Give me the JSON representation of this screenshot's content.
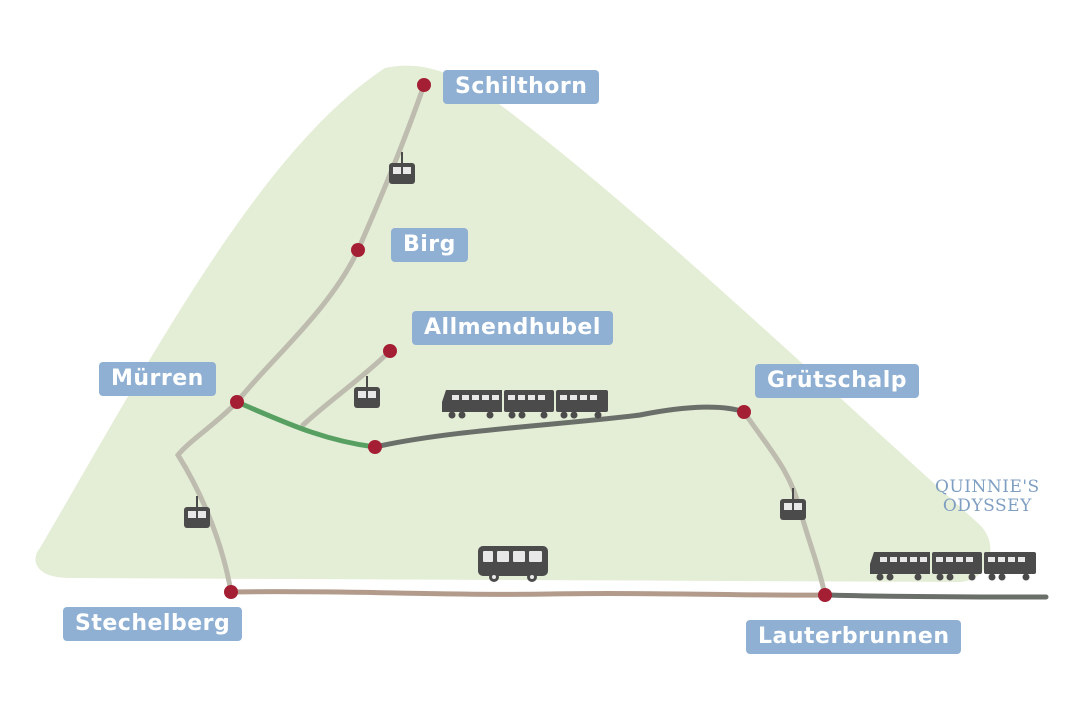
{
  "map": {
    "colors": {
      "mountain": "#e4edd6",
      "cableway": "#bdbcae",
      "railway_dark": "#6b6f6a",
      "railway_green": "#57a062",
      "bus_road": "#b39b8c",
      "station": "#a41f33",
      "label_bg": "#8fb0d3",
      "label_text": "#ffffff",
      "vehicle": "#4b4b4b"
    },
    "stations": [
      {
        "id": "schilthorn",
        "name": "Schilthorn"
      },
      {
        "id": "birg",
        "name": "Birg"
      },
      {
        "id": "allmendhubel",
        "name": "Allmendhubel"
      },
      {
        "id": "murren",
        "name": "Mürren"
      },
      {
        "id": "grutschalp",
        "name": "Grütschalp"
      },
      {
        "id": "stechelberg",
        "name": "Stechelberg"
      },
      {
        "id": "lauterbrunnen",
        "name": "Lauterbrunnen"
      }
    ],
    "icons": [
      "cable-car-icon",
      "train-icon",
      "bus-icon"
    ]
  },
  "watermark": {
    "line1": "QUINNIE'S",
    "line2": "ODYSSEY"
  }
}
